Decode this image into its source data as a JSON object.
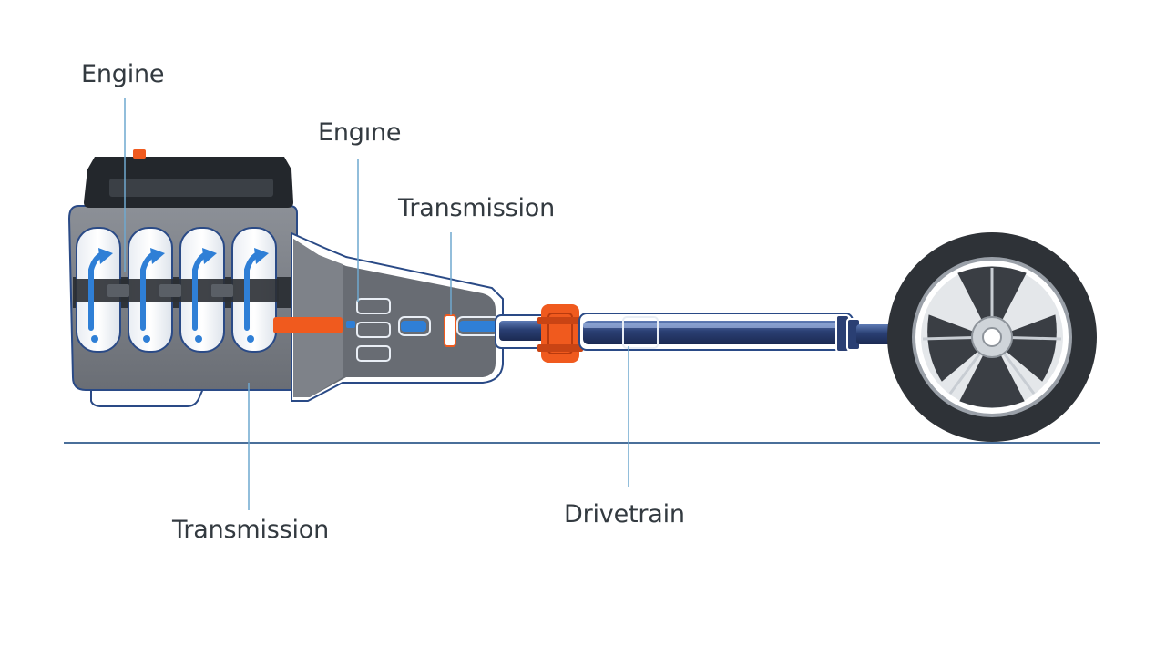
{
  "labels": {
    "engine_top": "Engine",
    "engine_middle": "Engıne",
    "transmission_top": "Transmission",
    "transmission_bottom": "Transmission",
    "drivetrain": "Drivetrain"
  },
  "colors": {
    "engine_gray": "#7b7f86",
    "cover_black": "#23272c",
    "accent_blue": "#2f7fd6",
    "accent_orange": "#f05a1e",
    "shaft_navy": "#2a3f73",
    "tire": "#2e3237",
    "leader_line": "#6fa8cf",
    "ground_line": "#4a6f9a"
  },
  "icons": [
    "engine-icon",
    "transmission-icon",
    "driveshaft-icon",
    "wheel-icon"
  ]
}
